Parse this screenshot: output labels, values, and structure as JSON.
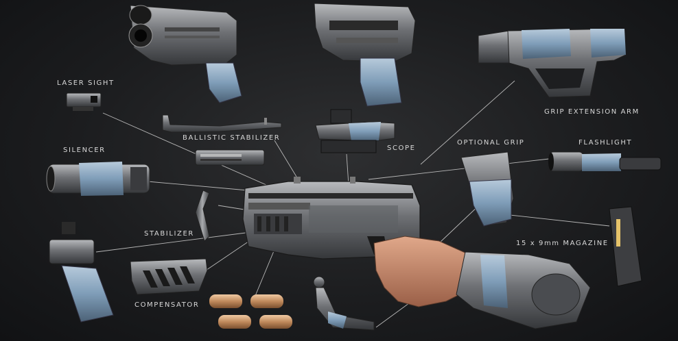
{
  "labels": {
    "laser_sight": "LASER SIGHT",
    "ballistic_stabilizer": "BALLISTIC STABILIZER",
    "silencer": "SILENCER",
    "scope": "SCOPE",
    "optional_grip": "OPTIONAL GRIP",
    "flashlight": "FLASHLIGHT",
    "grip_extension_arm": "GRIP EXTENSION ARM",
    "stabilizer": "STABILIZER",
    "magazine": "15 x 9mm MAGAZINE",
    "compensator": "COMPENSATOR"
  },
  "colors": {
    "background": "#1c1d1f",
    "metal": "#8a8c90",
    "metal_dark": "#4a4c50",
    "wrap": "#7f9db8",
    "skin": "#c98c6e",
    "brass": "#c08a5c",
    "leader_line": "#b9b9b9",
    "label_text": "#d9d9d9"
  }
}
